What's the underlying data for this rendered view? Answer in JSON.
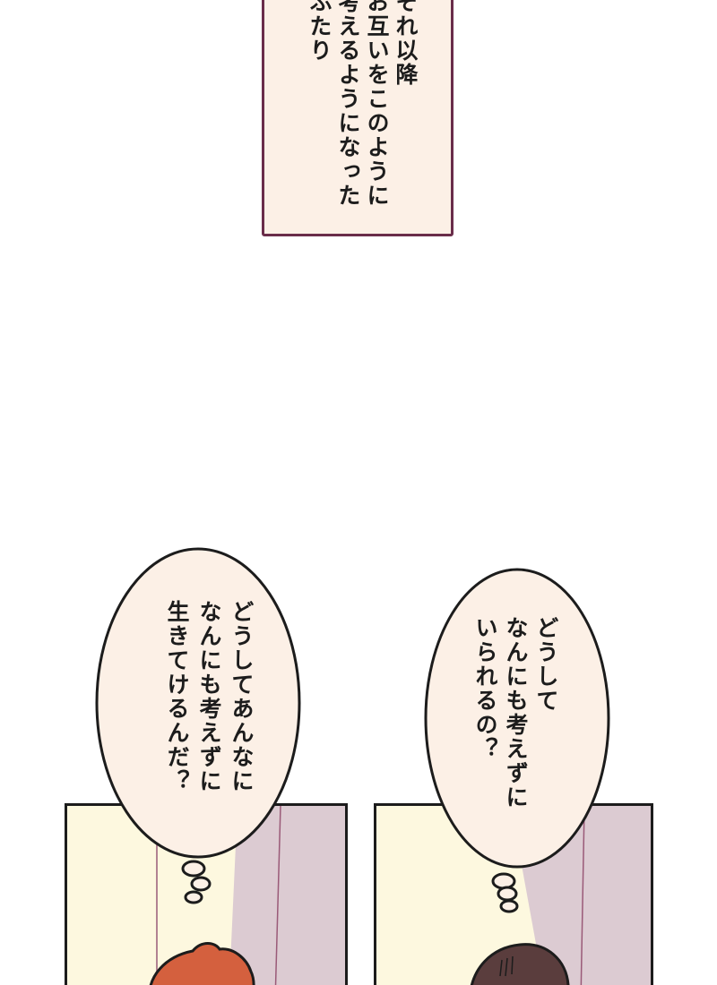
{
  "narration": {
    "lines": [
      "それ以降",
      "お互いをこのように",
      "考えるようになった",
      "ふたり"
    ]
  },
  "bubbles": {
    "left": {
      "lines": [
        "どうしてあんなに",
        "なんにも考えずに",
        "生きてけるんだ？"
      ]
    },
    "right": {
      "lines": [
        "どうして",
        "なんにも考えずに",
        "いられるの？"
      ]
    }
  },
  "colors": {
    "narration_bg": "#fcf0e6",
    "narration_border": "#6a2d4a",
    "bubble_bg": "#fcf0e6",
    "outline": "#1c1c1c",
    "panel_light": "#fdf8df",
    "panel_wall": "#dccbd2",
    "left_hair": "#d4603e",
    "right_hair": "#5a3d3d"
  }
}
